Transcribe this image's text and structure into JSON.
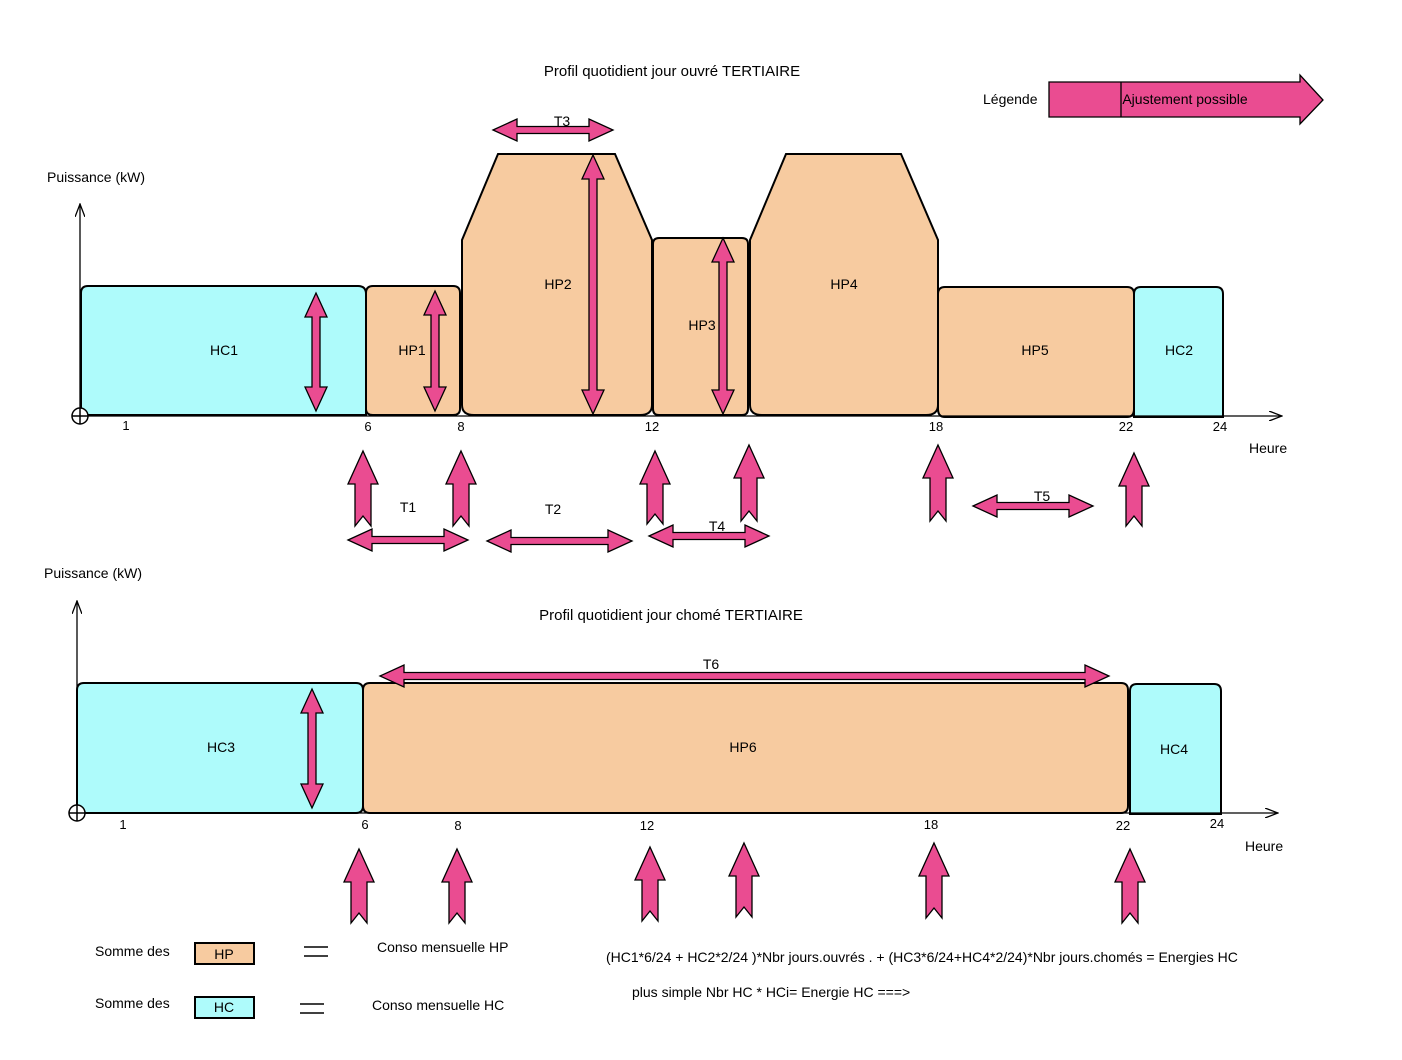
{
  "colors": {
    "hc": "#aefbfb",
    "hp": "#f7cba0",
    "adjust_arrow": "#ea4c91"
  },
  "top_profile": {
    "title": "Profil quotidient jour ouvré TERTIAIRE",
    "y_label": "Puissance (kW)",
    "x_label": "Heure",
    "ticks": [
      "1",
      "6",
      "8",
      "12",
      "18",
      "22",
      "24"
    ],
    "blocks": [
      {
        "label": "HC1",
        "kind": "hc"
      },
      {
        "label": "HP1",
        "kind": "hp"
      },
      {
        "label": "HP2",
        "kind": "hp"
      },
      {
        "label": "HP3",
        "kind": "hp"
      },
      {
        "label": "HP4",
        "kind": "hp"
      },
      {
        "label": "HP5",
        "kind": "hp"
      },
      {
        "label": "HC2",
        "kind": "hc"
      }
    ],
    "durations": [
      "T1",
      "T2",
      "T3",
      "T4",
      "T5"
    ]
  },
  "bottom_profile": {
    "title": "Profil quotidient jour chomé TERTIAIRE",
    "y_label": "Puissance (kW)",
    "x_label": "Heure",
    "ticks": [
      "1",
      "6",
      "8",
      "12",
      "18",
      "22",
      "24"
    ],
    "blocks": [
      {
        "label": "HC3",
        "kind": "hc"
      },
      {
        "label": "HP6",
        "kind": "hp"
      },
      {
        "label": "HC4",
        "kind": "hc"
      }
    ],
    "durations": [
      "T6"
    ]
  },
  "legend": {
    "label": "Légende",
    "arrow_text": "Ajustement possible"
  },
  "sums": {
    "prefix": "Somme des",
    "hp_box": "HP",
    "hc_box": "HC",
    "hp_result": "Conso mensuelle HP",
    "hc_result": "Conso mensuelle HC"
  },
  "formula": {
    "line1": "(HC1*6/24 + HC2*2/24 )*Nbr jours.ouvrés . + (HC3*6/24+HC4*2/24)*Nbr jours.chomés = Energies HC",
    "line2": "plus simple Nbr HC * HCi= Energie HC ===>"
  }
}
